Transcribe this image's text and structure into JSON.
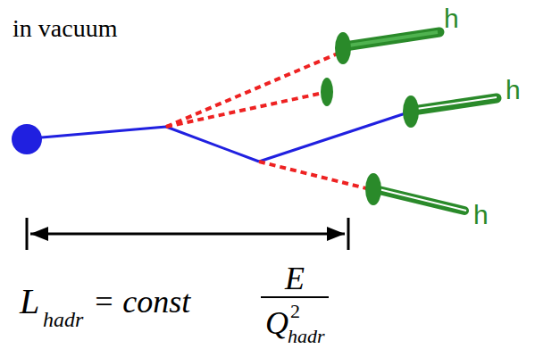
{
  "diagram": {
    "labels": [
      "in vacuum",
      "h",
      "h",
      "h",
      "L",
      "hadr",
      "= const",
      "E",
      "Q",
      "2",
      "hadr"
    ]
  }
}
